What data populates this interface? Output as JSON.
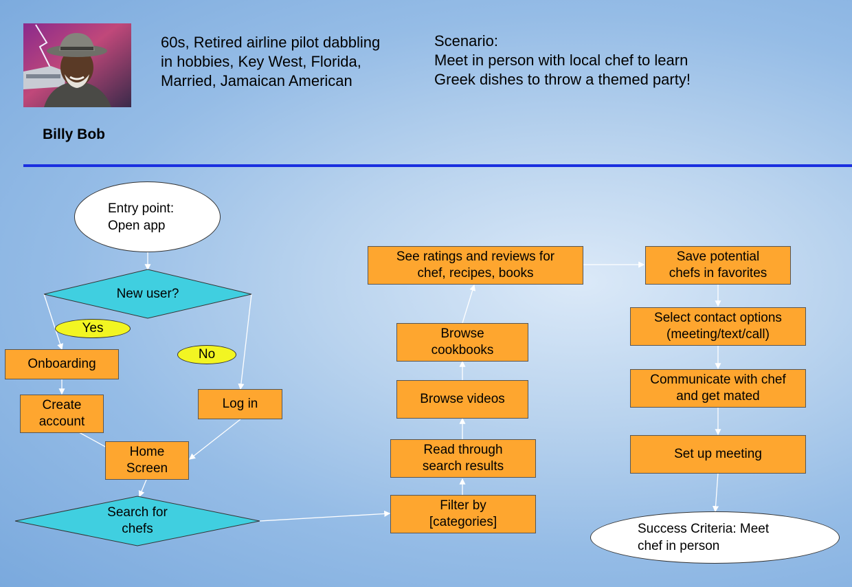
{
  "persona": {
    "lines": [
      "60s, Retired airline pilot dabbling",
      "in hobbies, Key West, Florida,",
      "Married, Jamaican American"
    ],
    "name": "Billy Bob"
  },
  "scenario": {
    "lines": [
      "Scenario:",
      "Meet in person with local chef to learn",
      "Greek dishes to throw a themed party!"
    ]
  },
  "colors": {
    "process_box": "#fea62f",
    "decision": "#40cfe0",
    "badge": "#f2f522",
    "divider": "#1a2fe0",
    "connector": "#ffffff"
  },
  "flow": {
    "entry": [
      "Entry point:",
      "Open app"
    ],
    "new_user": "New user?",
    "yes": "Yes",
    "no": "No",
    "onboarding": "Onboarding",
    "create_account": [
      "Create",
      "account"
    ],
    "login": "Log in",
    "home_screen": [
      "Home",
      "Screen"
    ],
    "search_chefs": [
      "Search for",
      "chefs"
    ],
    "filter": [
      "Filter by",
      "[categories]"
    ],
    "read_results": [
      "Read through",
      "search results"
    ],
    "browse_videos": "Browse videos",
    "browse_cookbooks": [
      "Browse",
      "cookbooks"
    ],
    "ratings": [
      "See ratings and reviews for",
      "chef, recipes, books"
    ],
    "save_favorites": [
      "Save potential",
      "chefs in favorites"
    ],
    "contact_options": [
      "Select contact options",
      "(meeting/text/call)"
    ],
    "communicate": [
      "Communicate with chef",
      "and get mated"
    ],
    "setup_meeting": "Set up meeting",
    "success": [
      "Success Criteria: Meet",
      "chef in person"
    ]
  }
}
